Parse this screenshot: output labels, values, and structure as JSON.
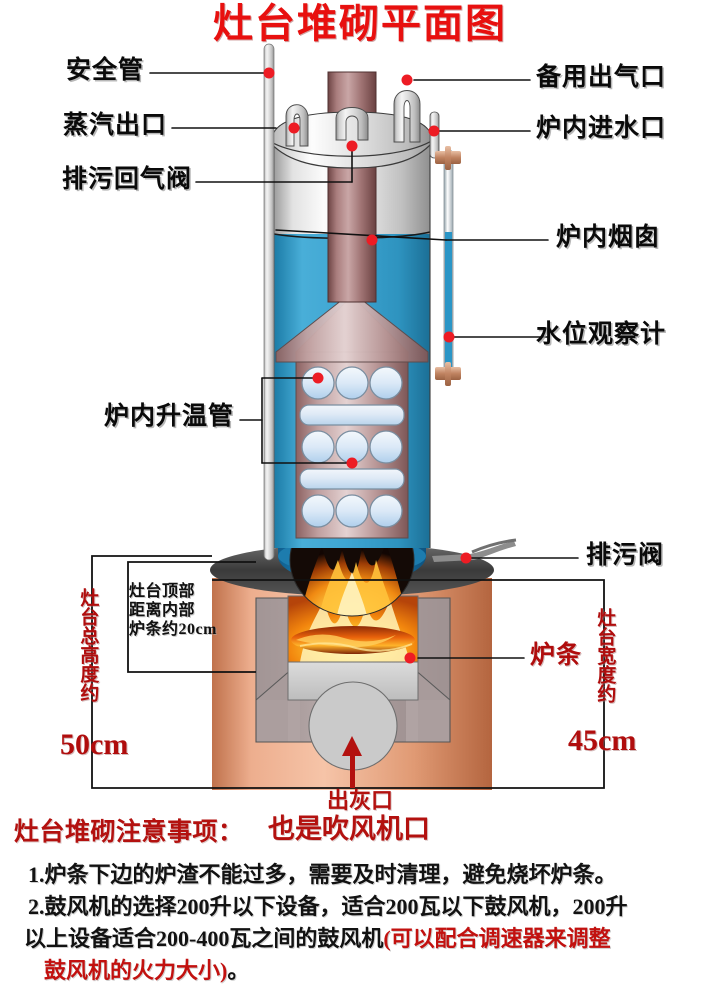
{
  "title": "灶台堆砌平面图",
  "colors": {
    "title_red": "#e8100f",
    "label_black": "#0a0a0a",
    "dim_red": "#b00d0d",
    "note_red": "#b3110f",
    "water_blue": "#3ba3cf",
    "chimney_brown": "#9a6a6a",
    "base_copper": "#e0a184",
    "steel_gray": "#c8c8c8",
    "grate_gray": "#c9c9c9",
    "flame_orange": "#f79a16"
  },
  "labels": {
    "left": [
      {
        "id": "safety-pipe",
        "text": "安全管"
      },
      {
        "id": "steam-outlet",
        "text": "蒸汽出口"
      },
      {
        "id": "blowdown-return-valve",
        "text": "排污回气阀"
      },
      {
        "id": "heating-tubes",
        "text": "炉内升温管"
      }
    ],
    "right": [
      {
        "id": "spare-gas-outlet",
        "text": "备用出气口"
      },
      {
        "id": "water-inlet",
        "text": "炉内进水口"
      },
      {
        "id": "inner-chimney",
        "text": "炉内烟囱"
      },
      {
        "id": "water-level-gauge",
        "text": "水位观察计"
      },
      {
        "id": "blowdown-valve",
        "text": "排污阀"
      },
      {
        "id": "fire-grate",
        "text": "炉条"
      }
    ]
  },
  "dimensions": {
    "total_height": {
      "vertical_text": "灶台总高度约",
      "value": "50cm"
    },
    "width": {
      "vertical_text": "灶台宽度约",
      "value": "45cm"
    },
    "top_to_grate": "灶台顶部\n距离内部\n炉条约20cm"
  },
  "ash_port": {
    "line1": "出灰口",
    "line2": "也是吹风机口"
  },
  "notes": {
    "heading": "灶台堆砌注意事项：",
    "items": [
      {
        "black_1": "1.炉条下边的炉渣不能过多，需要及时清理，避免烧坏炉条。"
      },
      {
        "black_1": "2.鼓风机的选择200升以下设备，适合200瓦以下鼓风机，200升",
        "black_2": "以上设备适合200-400瓦之间的鼓风机",
        "red_1": "(可以配合调速器来调整",
        "red_2": "鼓风机的火力大小)",
        "black_3": "。"
      }
    ]
  }
}
